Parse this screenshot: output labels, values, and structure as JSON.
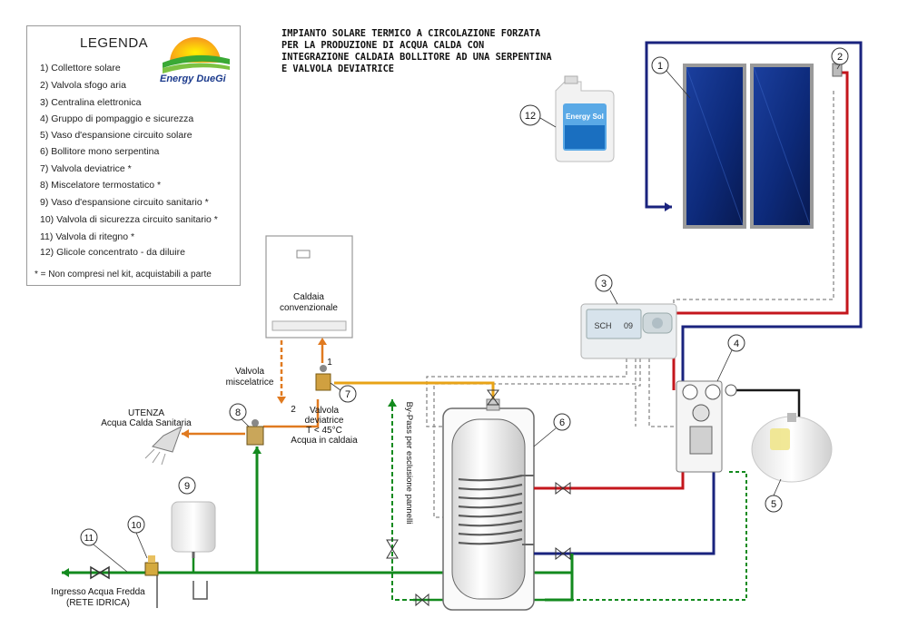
{
  "title": "IMPIANTO SOLARE TERMICO A CIRCOLAZIONE FORZATA PER LA PRODUZIONE DI ACQUA CALDA CON INTEGRAZIONE CALDAIA BOLLITORE AD UNA SERPENTINA E VALVOLA DEVIATRICE",
  "brand": "Energy DueGi",
  "legend": {
    "title": "LEGENDA",
    "items": [
      "1) Collettore solare",
      "2) Valvola sfogo aria",
      "3) Centralina elettronica",
      "4) Gruppo di pompaggio e sicurezza",
      "5) Vaso d'espansione circuito solare",
      "6) Bollitore mono serpentina",
      "7) Valvola deviatrice *",
      "8) Miscelatore termostatico *",
      "9) Vaso d'espansione circuito sanitario *",
      "10) Valvola di sicurezza circuito sanitario *",
      "11)  Valvola di ritegno *",
      "12)  Glicole concentrato - da diluire"
    ],
    "note": "* = Non compresi nel kit, acquistabili a parte"
  },
  "labels": {
    "boiler": [
      "Caldaia",
      "convenzionale"
    ],
    "mixing_valve": [
      "Valvola",
      "miscelatrice"
    ],
    "user": [
      "UTENZA",
      "Acqua Calda Sanitaria"
    ],
    "diverter": [
      "Valvola",
      "deviatrice",
      "T < 45°C",
      "Acqua in caldaia"
    ],
    "bypass": "By-Pass per esclusione pannelli",
    "cold_water": [
      "Ingresso Acqua Fredda",
      "(RETE IDRICA)"
    ],
    "port_1": "1",
    "port_2": "2",
    "controller_display": "SCH",
    "controller_display_value": "09",
    "glycol_label": "Energy Sol"
  },
  "callouts": [
    "1",
    "2",
    "3",
    "4",
    "5",
    "6",
    "7",
    "8",
    "9",
    "10",
    "11",
    "12"
  ],
  "colors": {
    "hot_solar": "#c4161c",
    "cold_solar": "#1a237e",
    "cold_water": "#138a1e",
    "hot_sanitary": "#e07a20",
    "boiler_feed": "#e8a317",
    "signal_wire": "#888888",
    "panel_blue": "#0d2a7a"
  }
}
